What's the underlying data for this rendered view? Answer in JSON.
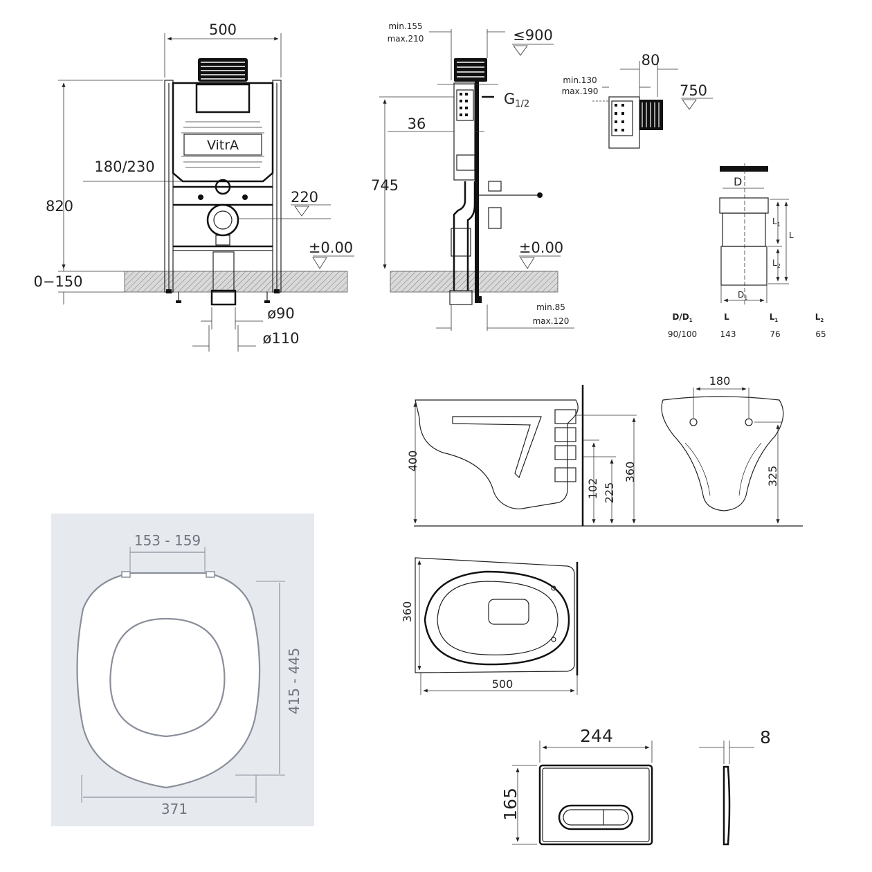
{
  "frame_front": {
    "width": "500",
    "height": "820",
    "adjust": "0−150",
    "bolt_spacing": "180/230",
    "outlet_height": "220",
    "floor_level": "±0.00",
    "pipe_small": "ø90",
    "pipe_large": "ø110",
    "brand_logo": "VitrA"
  },
  "frame_side": {
    "depth_range": "min.155\nmax.210",
    "depth_min": "min.155",
    "depth_max": "max.210",
    "inlet_height": "≤900",
    "thread": "G½",
    "thread_main": "G",
    "thread_frac": "1/2",
    "offset": "36",
    "height": "745",
    "floor_level": "±0.00",
    "wall_min": "min.85",
    "wall_max": "max.120"
  },
  "valve_detail": {
    "depth": "80",
    "range_min": "min.130",
    "range_max": "max.190",
    "height": "750"
  },
  "pipe_detail": {
    "label_d": "D",
    "label_d1": "D",
    "label_d1_sub": "1",
    "label_l": "L",
    "label_l1": "L",
    "label_l1_sub": "1",
    "label_l2": "L",
    "label_l2_sub": "2",
    "table": {
      "headers": [
        {
          "main": "D/D",
          "sub": "1"
        },
        {
          "main": "L",
          "sub": ""
        },
        {
          "main": "L",
          "sub": "1"
        },
        {
          "main": "L",
          "sub": "2"
        }
      ],
      "row": [
        "90/100",
        "143",
        "76",
        "65"
      ]
    }
  },
  "bowl_side": {
    "height": "400",
    "h102": "102",
    "h225": "225",
    "h360": "360"
  },
  "bowl_front": {
    "bolt_spacing": "180",
    "height": "325"
  },
  "bowl_top": {
    "width": "360",
    "length": "500"
  },
  "seat": {
    "hinge_spacing": "153 - 159",
    "length": "415 - 445",
    "width": "371"
  },
  "flush_plate": {
    "width": "244",
    "height": "165",
    "depth": "8"
  }
}
